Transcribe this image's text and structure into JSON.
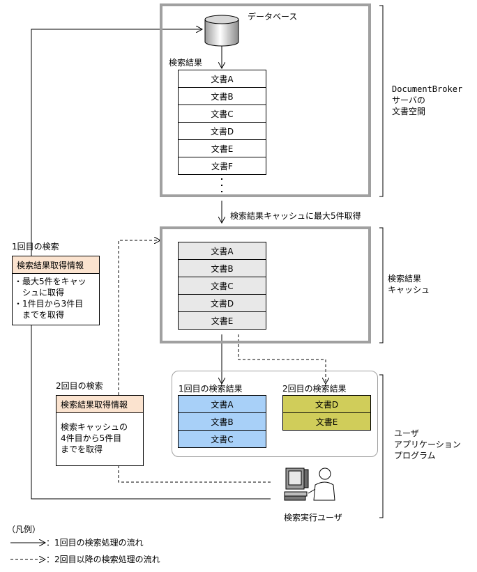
{
  "database": {
    "label": "データベース"
  },
  "server_space": {
    "results_label": "検索結果",
    "docs": [
      "文書A",
      "文書B",
      "文書C",
      "文書D",
      "文書E",
      "文書F"
    ],
    "side_label_line1": "DocumentBroker",
    "side_label_line2": "サーバの",
    "side_label_line3": "文書空間"
  },
  "fetch_label": "検索結果キャッシュに最大5件取得",
  "cache": {
    "docs": [
      "文書A",
      "文書B",
      "文書C",
      "文書D",
      "文書E"
    ],
    "side_label_line1": "検索結果",
    "side_label_line2": "キャッシュ"
  },
  "first_search": {
    "title": "1回目の検索",
    "info_header": "検索結果取得情報",
    "info_line1": "・最大5件をキャッ",
    "info_line2": "　シュに取得",
    "info_line3": "・1件目から3件目",
    "info_line4": "　までを取得"
  },
  "second_search": {
    "title": "2回目の検索",
    "info_header": "検索結果取得情報",
    "info_line1": "検索キャッシュの",
    "info_line2": "4件目から5件目",
    "info_line3": "までを取得"
  },
  "app": {
    "result1_title": "1回目の検索結果",
    "result1_docs": [
      "文書A",
      "文書B",
      "文書C"
    ],
    "result2_title": "2回目の検索結果",
    "result2_docs": [
      "文書D",
      "文書E"
    ],
    "side_label_line1": "ユーザ",
    "side_label_line2": "アプリケーション",
    "side_label_line3": "プログラム",
    "user_label": "検索実行ユーザ"
  },
  "legend": {
    "title": "（凡例）",
    "solid_label": "：1回目の検索処理の流れ",
    "dashed_label": "：2回目以降の検索処理の流れ"
  },
  "colors": {
    "frame": "#a0a0a0",
    "cache_cell": "#e8e8e8",
    "info_header": "#fbe3cf",
    "result1": "#a8d0f8",
    "result2": "#d0cd5a"
  }
}
